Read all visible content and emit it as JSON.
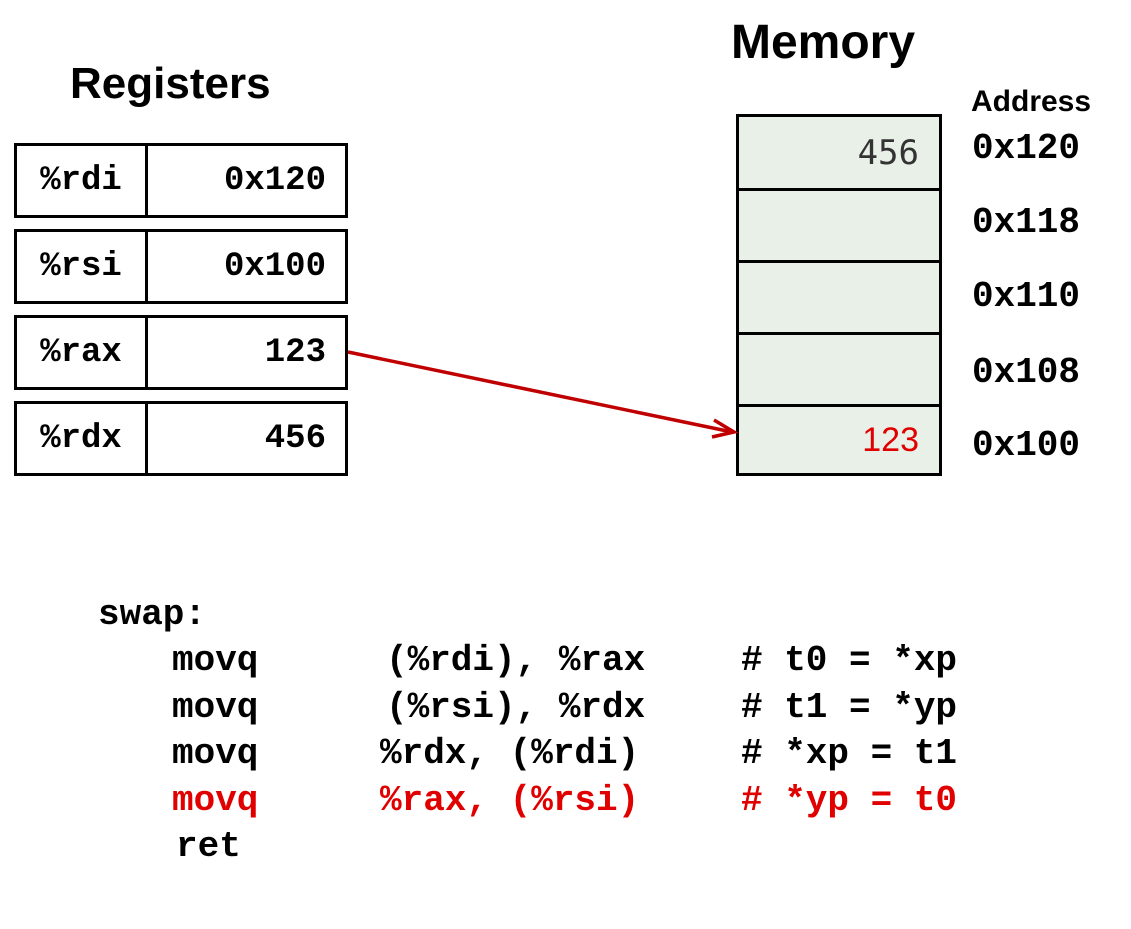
{
  "titles": {
    "registers": "Registers",
    "memory": "Memory",
    "address": "Address"
  },
  "registers": [
    {
      "name": "%rdi",
      "value": "0x120"
    },
    {
      "name": "%rsi",
      "value": "0x100"
    },
    {
      "name": "%rax",
      "value": "123"
    },
    {
      "name": "%rdx",
      "value": "456"
    }
  ],
  "memory": [
    {
      "address": "0x120",
      "value": "456"
    },
    {
      "address": "0x118",
      "value": ""
    },
    {
      "address": "0x110",
      "value": ""
    },
    {
      "address": "0x108",
      "value": ""
    },
    {
      "address": "0x100",
      "value": "123"
    }
  ],
  "code": {
    "label": "swap:",
    "lines": [
      {
        "op": "movq",
        "args": "(%rdi), %rax",
        "comment": "# t0 = *xp",
        "highlight": false
      },
      {
        "op": "movq",
        "args": "(%rsi), %rdx",
        "comment": "# t1 = *yp",
        "highlight": false
      },
      {
        "op": "movq",
        "args": "%rdx, (%rdi)",
        "comment": "# *xp = t1",
        "highlight": false
      },
      {
        "op": "movq",
        "args": "%rax, (%rsi)",
        "comment": "# *yp = t0",
        "highlight": true
      },
      {
        "op": "ret",
        "args": "",
        "comment": "",
        "highlight": false
      }
    ]
  },
  "colors": {
    "highlight": "#e00000",
    "arrow": "#c00000",
    "memory_fill": "#e9f0e8"
  }
}
